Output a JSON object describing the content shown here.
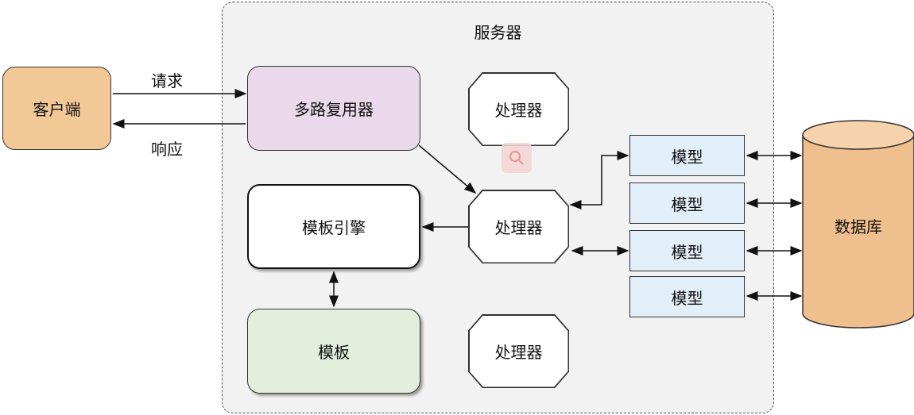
{
  "server": {
    "title": "服务器"
  },
  "client": {
    "label": "客户端"
  },
  "edges": {
    "request": "请求",
    "response": "响应"
  },
  "multiplexer": {
    "label": "多路复用器"
  },
  "template_engine": {
    "label": "模板引擎"
  },
  "template": {
    "label": "模板"
  },
  "handlers": [
    {
      "label": "处理器"
    },
    {
      "label": "处理器"
    },
    {
      "label": "处理器"
    }
  ],
  "models": [
    {
      "label": "模型"
    },
    {
      "label": "模型"
    },
    {
      "label": "模型"
    },
    {
      "label": "模型"
    }
  ],
  "database": {
    "label": "数据库"
  },
  "colors": {
    "client_fill": "#f2c897",
    "multiplexer_fill": "#ead9ea",
    "template_fill": "#e2efdc",
    "model_fill": "#e2eef8",
    "database_fill": "#efc08d",
    "server_fill": "#f2f2f2"
  }
}
